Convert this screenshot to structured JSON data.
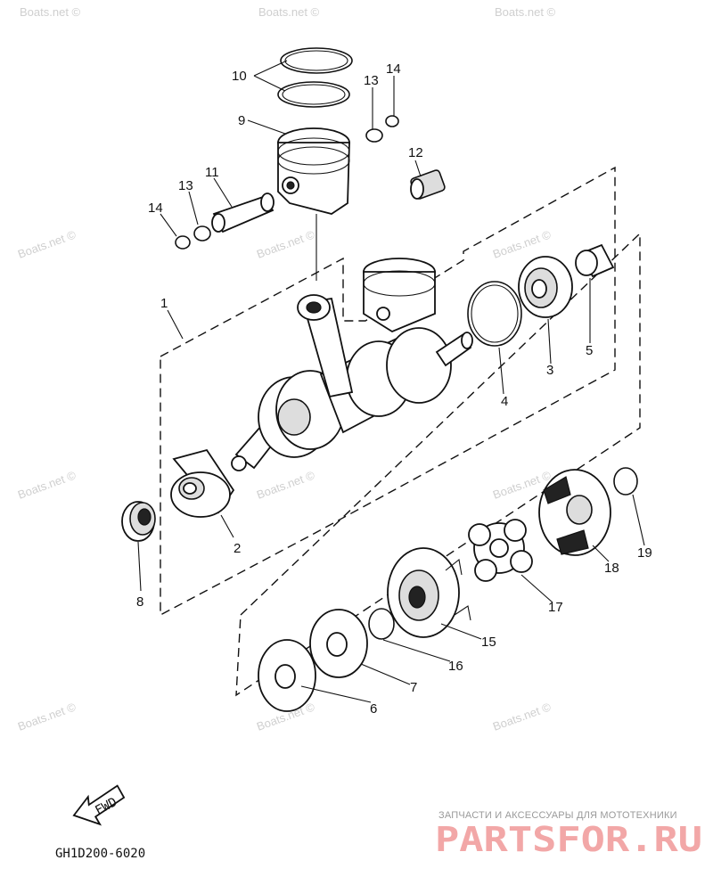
{
  "diagram": {
    "callouts": {
      "c1": "1",
      "c2": "2",
      "c3": "3",
      "c4": "4",
      "c5": "5",
      "c6": "6",
      "c7": "7",
      "c8": "8",
      "c9": "9",
      "c10": "10",
      "c11": "11",
      "c12": "12",
      "c13a": "13",
      "c13b": "13",
      "c14a": "14",
      "c14b": "14",
      "c15": "15",
      "c16": "16",
      "c17": "17",
      "c18": "18",
      "c19": "19"
    },
    "fwd_label": "FWD",
    "code": "GH1D200-6020"
  },
  "watermarks": {
    "boats": "Boats.net ©"
  },
  "brand": {
    "tagline": "ЗАПЧАСТИ И АКСЕССУАРЫ ДЛЯ МОТОТЕХНИКИ",
    "name": "PARTSFOR.RU"
  }
}
